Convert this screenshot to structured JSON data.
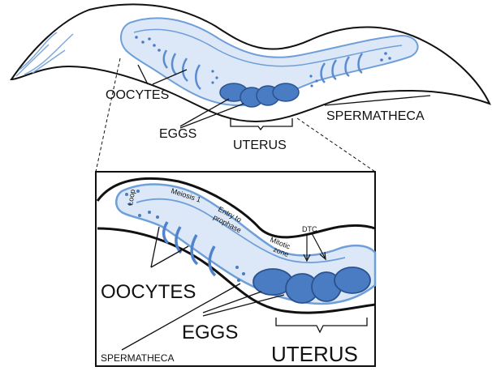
{
  "colors": {
    "outline": "#111111",
    "gonad_fill": "#dce8f7",
    "gonad_stroke": "#6f9fd8",
    "egg_fill": "#4a7cc4",
    "egg_stroke": "#2b528f",
    "nucleus": "#5b8bd0"
  },
  "top": {
    "oocytes": "OOCYTES",
    "eggs": "EGGS",
    "uterus": "UTERUS",
    "spermatheca": "SPERMATHECA"
  },
  "inset": {
    "loop": "Loop",
    "meiosis": "Meiosis 1",
    "entry_line1": "Entry to",
    "entry_line2": "prophase",
    "mitotic_line1": "Mitotic",
    "mitotic_line2": "zone",
    "dtc": "DTC",
    "oocytes": "OOCYTES",
    "eggs": "EGGS",
    "spermatheca": "SPERMATHECA",
    "uterus": "UTERUS"
  }
}
